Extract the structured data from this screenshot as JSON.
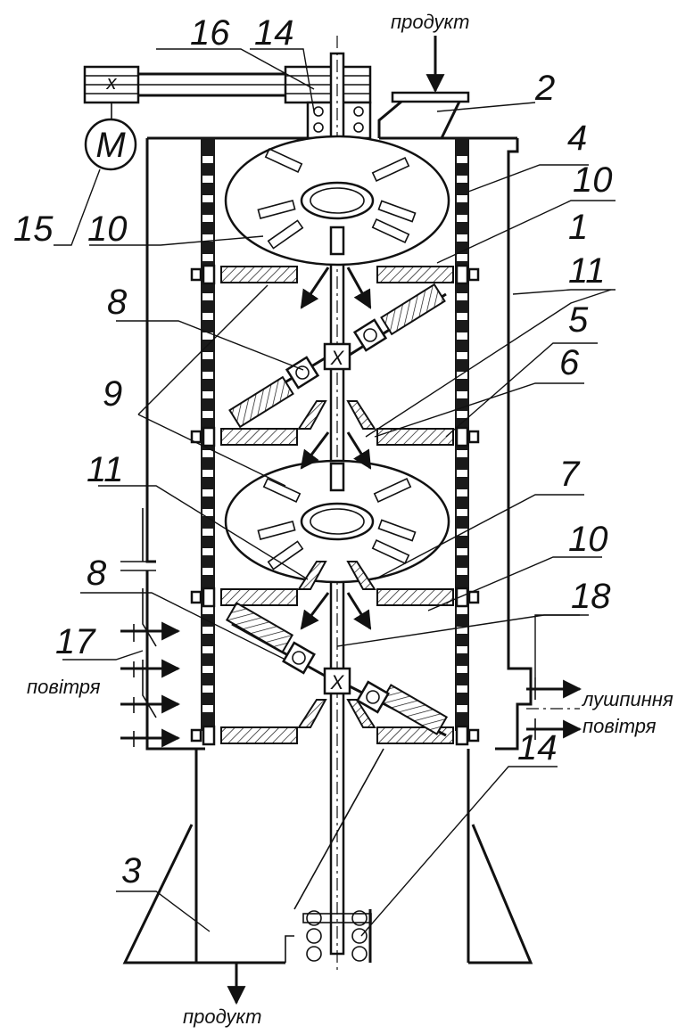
{
  "diagram": {
    "words": {
      "product_in": "продукт",
      "product_out": "продукт",
      "air_in": "повітря",
      "husk_out": "лушпиння",
      "air_out": "повітря"
    },
    "motor_symbol": "M",
    "bearing_symbol": "X",
    "labels": [
      {
        "id": "label-16",
        "text": "16"
      },
      {
        "id": "label-14-top",
        "text": "14"
      },
      {
        "id": "label-2",
        "text": "2"
      },
      {
        "id": "label-4",
        "text": "4"
      },
      {
        "id": "label-10-right-top",
        "text": "10"
      },
      {
        "id": "label-15",
        "text": "15"
      },
      {
        "id": "label-10-left",
        "text": "10"
      },
      {
        "id": "label-1",
        "text": "1"
      },
      {
        "id": "label-11-right",
        "text": "11"
      },
      {
        "id": "label-8-top",
        "text": "8"
      },
      {
        "id": "label-5",
        "text": "5"
      },
      {
        "id": "label-6",
        "text": "6"
      },
      {
        "id": "label-9",
        "text": "9"
      },
      {
        "id": "label-11-left",
        "text": "11"
      },
      {
        "id": "label-7",
        "text": "7"
      },
      {
        "id": "label-10-right-bottom",
        "text": "10"
      },
      {
        "id": "label-8-bottom",
        "text": "8"
      },
      {
        "id": "label-18",
        "text": "18"
      },
      {
        "id": "label-17",
        "text": "17"
      },
      {
        "id": "label-14-bottom",
        "text": "14"
      },
      {
        "id": "label-3",
        "text": "3"
      }
    ]
  }
}
